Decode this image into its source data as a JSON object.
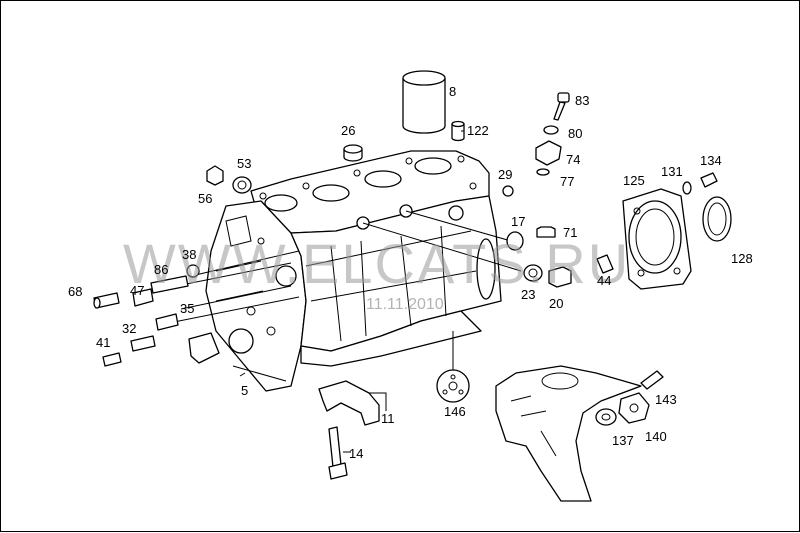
{
  "watermark": {
    "text": "WWW.ELCATS.RU",
    "date": "11.11.2010"
  },
  "callouts": [
    "8",
    "83",
    "122",
    "80",
    "26",
    "74",
    "77",
    "53",
    "56",
    "29",
    "125",
    "131",
    "134",
    "17",
    "71",
    "38",
    "86",
    "68",
    "47",
    "35",
    "32",
    "41",
    "5",
    "23",
    "20",
    "44",
    "128",
    "11",
    "146",
    "14",
    "143",
    "137",
    "140"
  ],
  "colors": {
    "line": "#000000",
    "watermark": "#9a9a9a",
    "background": "#ffffff"
  }
}
